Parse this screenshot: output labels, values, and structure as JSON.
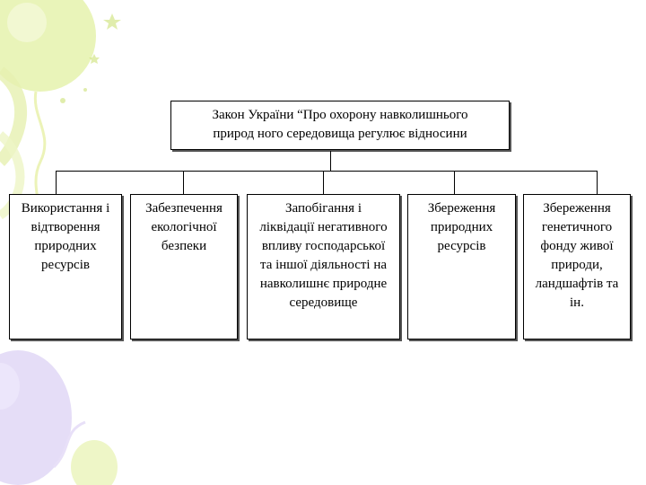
{
  "diagram": {
    "top": {
      "line1": "Закон  України “Про охорону навколишнього",
      "line2": "природ ного середовища регулює відносини"
    },
    "children": [
      {
        "lines": [
          "Використання і",
          "відтворення",
          "природних",
          "ресурсів"
        ]
      },
      {
        "lines": [
          "Забезпечення",
          "екологічної",
          "безпеки"
        ]
      },
      {
        "lines": [
          "Запобігання і",
          "ліквідації негативного",
          "впливу господарської",
          "та іншої діяльності на",
          "навколишнє природне",
          "середовище"
        ]
      },
      {
        "lines": [
          "Збереження",
          "природних",
          "ресурсів"
        ]
      },
      {
        "lines": [
          "Збереження",
          "генетичного",
          "фонду живої",
          "природи,",
          "ландшафтів та",
          "ін."
        ]
      }
    ]
  },
  "colors": {
    "balloon_lime": "#e2f0a2",
    "balloon_lilac": "#dcd2f4",
    "swirl": "#ecf3b8"
  }
}
